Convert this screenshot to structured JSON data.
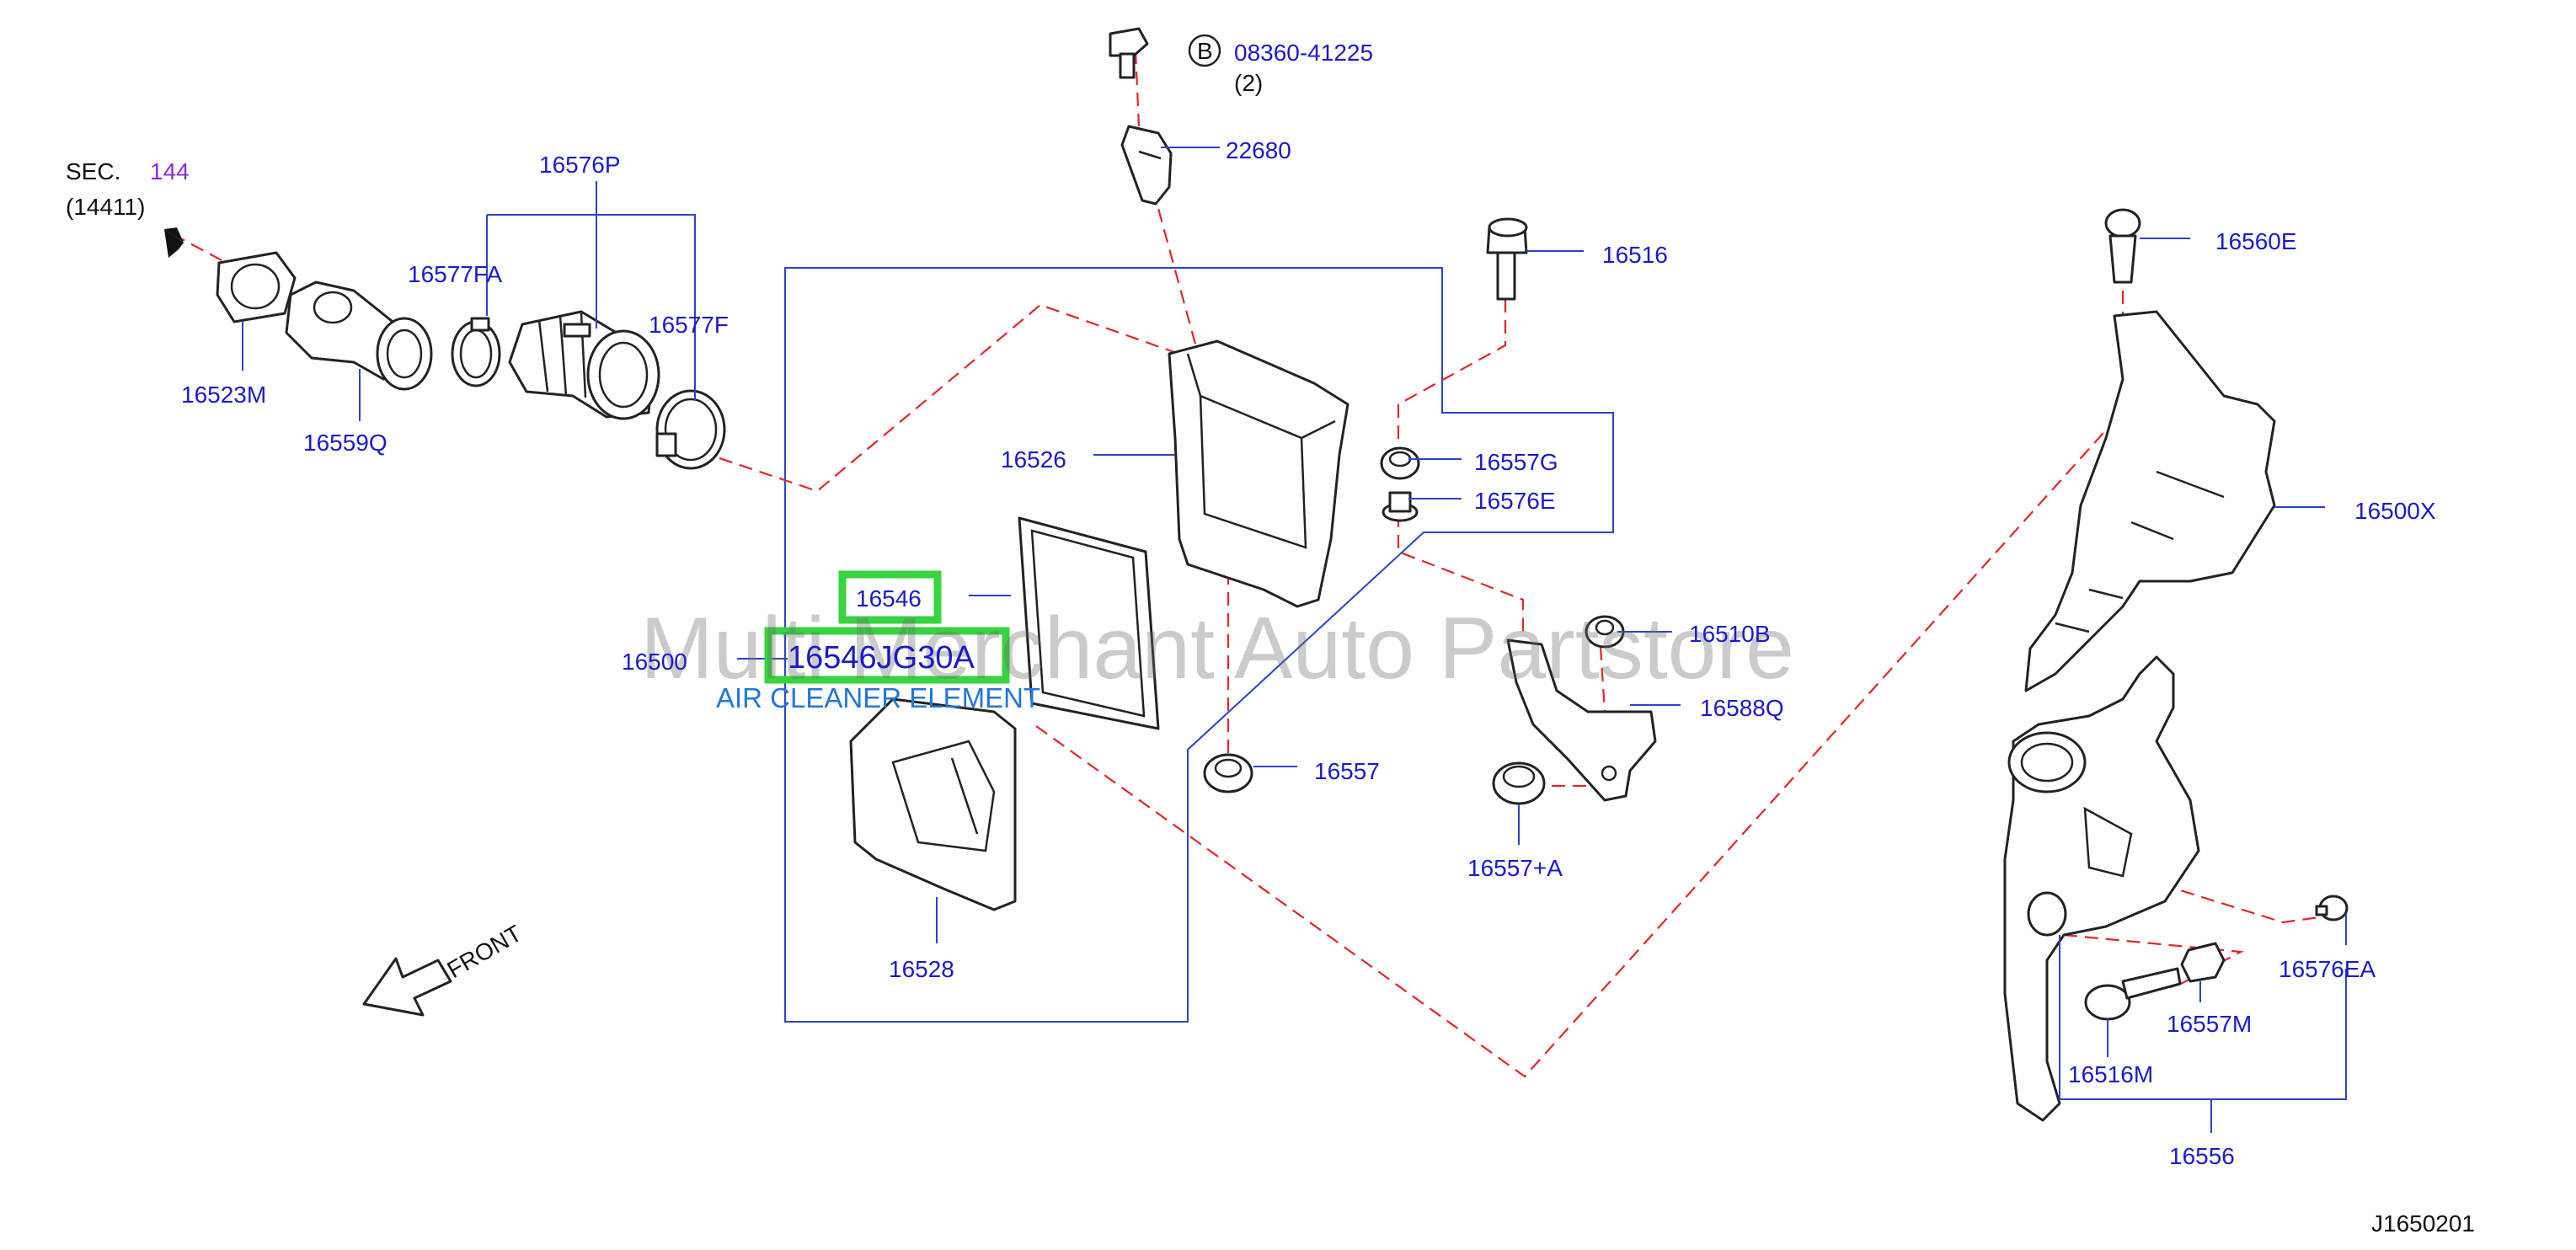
{
  "labels": {
    "sec": "SEC.",
    "sec_num": "144",
    "sec_sub": "(14411)",
    "p16576P": "16576P",
    "p16577FA": "16577FA",
    "p16577F": "16577F",
    "p16523M": "16523M",
    "p16559Q": "16559Q",
    "bolt_badge": "B",
    "bolt_part": "08360-41225",
    "bolt_qty": "(2)",
    "p22680": "22680",
    "p16516": "16516",
    "p16526": "16526",
    "p16557G": "16557G",
    "p16576E": "16576E",
    "p16546": "16546",
    "p16546JG30A": "16546JG30A",
    "air_cleaner": "AIR CLEANER ELEMENT",
    "p16500": "16500",
    "p16510B": "16510B",
    "p16588Q": "16588Q",
    "p16557": "16557",
    "p16557A": "16557+A",
    "p16528": "16528",
    "front": "FRONT",
    "p16560E": "16560E",
    "p16500X": "16500X",
    "p16576EA": "16576EA",
    "p16557M": "16557M",
    "p16516M": "16516M",
    "p16556": "16556",
    "diagram_id": "J1650201",
    "watermark": "Multi Merchant Auto Partstore"
  },
  "colors": {
    "label_blue": "#1a1acc",
    "leader_blue": "#2b43c7",
    "dash_red": "#e0262a",
    "highlight_green": "#37d43f",
    "sec_purple": "#8a2be2",
    "air_cleaner_blue": "#1f78d8"
  }
}
